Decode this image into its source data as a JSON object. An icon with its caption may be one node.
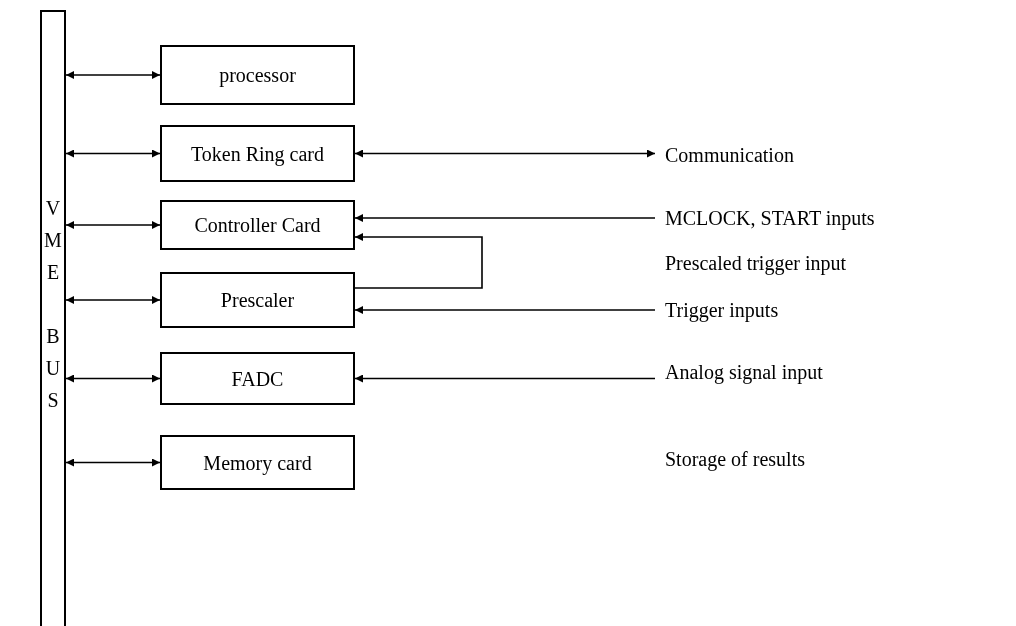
{
  "diagram": {
    "nodes": [
      {
        "text": [
          "VME BUS"
        ]
      },
      {
        "text": [
          "processor"
        ]
      },
      {
        "text": [
          "Token Ring card"
        ]
      },
      {
        "text": [
          "Controller Card"
        ]
      },
      {
        "text": [
          "Prescaler"
        ]
      },
      {
        "text": [
          "FADC"
        ]
      },
      {
        "text": [
          "Memory card"
        ]
      },
      {
        "text": [
          "Communication"
        ]
      },
      {
        "text": [
          "MCLOCK, START inputs"
        ]
      },
      {
        "text": [
          "Trigger inputs"
        ]
      },
      {
        "text": [
          "Analog signal input"
        ]
      }
    ],
    "edges": [
      {
        "from": 0,
        "to": 1,
        "arrow": "both"
      },
      {
        "from": 0,
        "to": 2,
        "arrow": "both"
      },
      {
        "from": 0,
        "to": 3,
        "arrow": "both"
      },
      {
        "from": 0,
        "to": 4,
        "arrow": "both"
      },
      {
        "from": 0,
        "to": 5,
        "arrow": "both"
      },
      {
        "from": 0,
        "to": 6,
        "arrow": "both"
      },
      {
        "from": 2,
        "to": 7,
        "arrow": "both"
      },
      {
        "from": 8,
        "to": 3,
        "arrow": "to"
      },
      {
        "from": 4,
        "to": 3,
        "arrow": "to"
      },
      {
        "from": 9,
        "to": 4,
        "arrow": "to"
      },
      {
        "from": 10,
        "to": 5,
        "arrow": "to"
      }
    ],
    "labels": [
      "Prescaled trigger input",
      "Storage of results"
    ]
  }
}
